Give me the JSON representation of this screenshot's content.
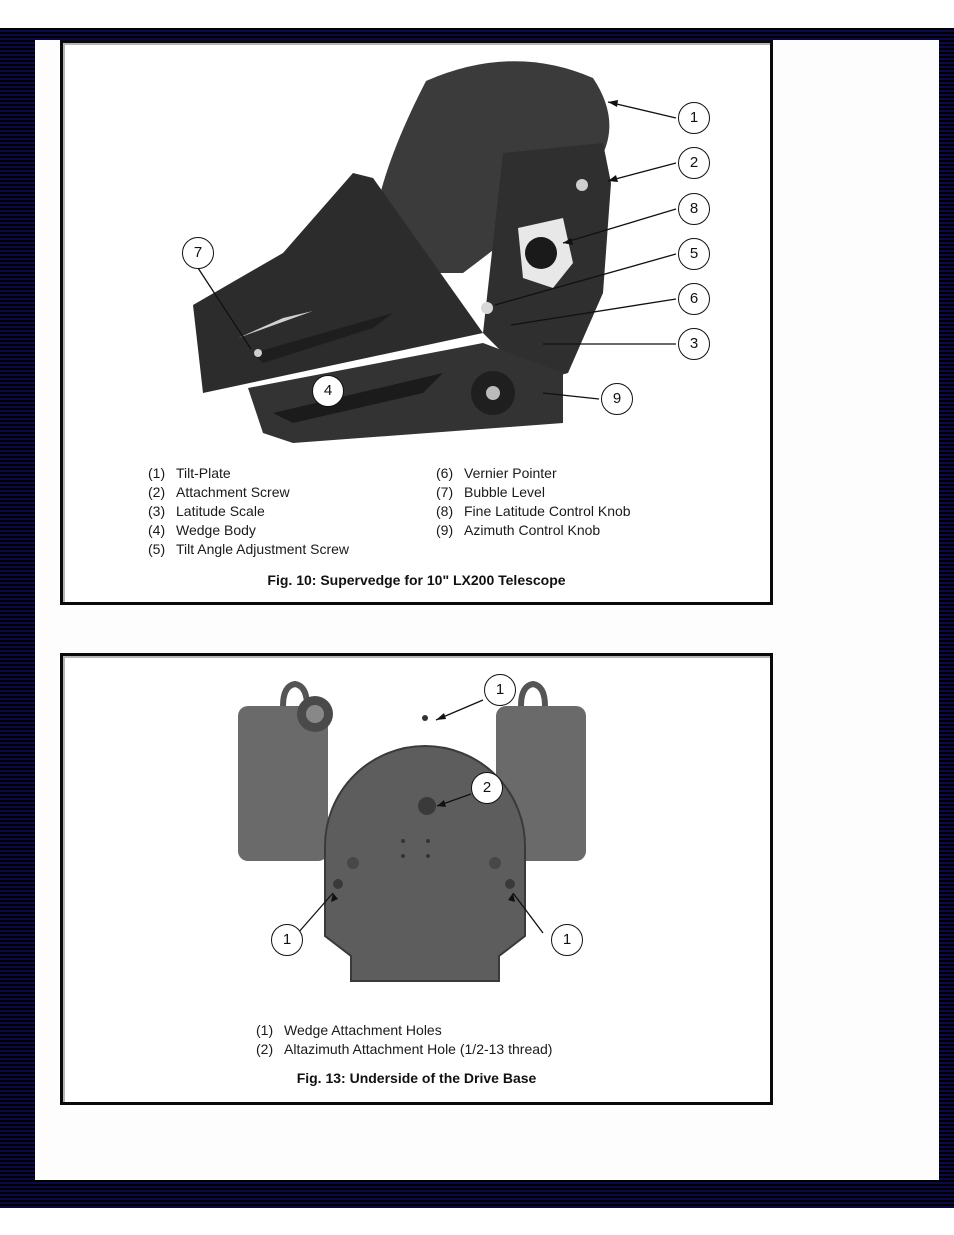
{
  "figure10": {
    "caption": "Fig. 10: Supervedge for 10\" LX200 Telescope",
    "callouts": [
      "1",
      "2",
      "8",
      "5",
      "6",
      "3",
      "9",
      "7",
      "4"
    ],
    "legend_left": [
      {
        "num": "(1)",
        "label": "Tilt-Plate"
      },
      {
        "num": "(2)",
        "label": "Attachment Screw"
      },
      {
        "num": "(3)",
        "label": "Latitude Scale"
      },
      {
        "num": "(4)",
        "label": "Wedge Body"
      },
      {
        "num": "(5)",
        "label": "Tilt Angle Adjustment Screw"
      }
    ],
    "legend_right": [
      {
        "num": "(6)",
        "label": "Vernier Pointer"
      },
      {
        "num": "(7)",
        "label": "Bubble Level"
      },
      {
        "num": "(8)",
        "label": "Fine Latitude Control Knob"
      },
      {
        "num": "(9)",
        "label": "Azimuth Control Knob"
      }
    ]
  },
  "figure13": {
    "caption": "Fig. 13: Underside of the Drive Base",
    "callouts": [
      "1",
      "2",
      "1",
      "1"
    ],
    "legend": [
      {
        "num": "(1)",
        "label": "Wedge Attachment Holes"
      },
      {
        "num": "(2)",
        "label": "Altazimuth Attachment Hole (1/2-13 thread)"
      }
    ]
  },
  "colors": {
    "frame_dark": "#000000",
    "frame_navy": "#0a0a4a",
    "panel_border": "#0a0a0a",
    "photo_gray": "#3a3a3a"
  }
}
